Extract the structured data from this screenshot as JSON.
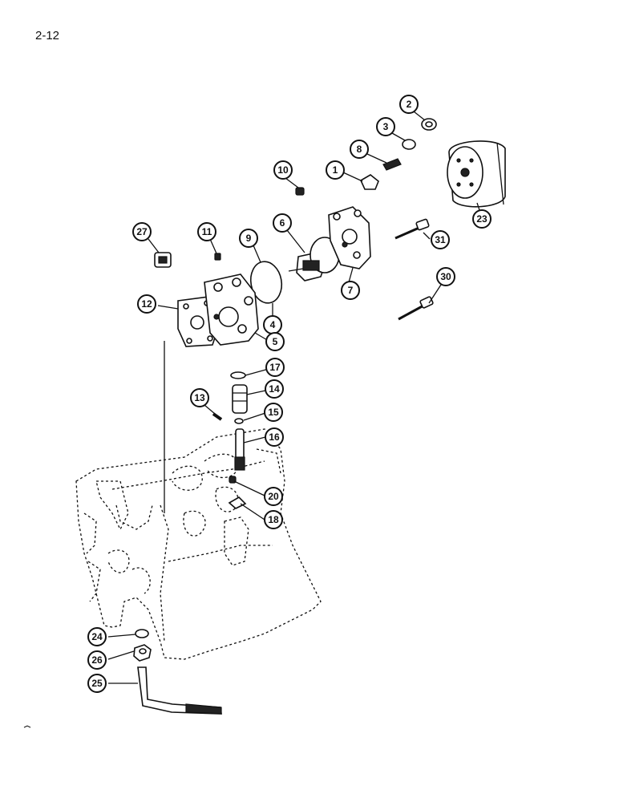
{
  "page": {
    "number": "2-12"
  },
  "callouts": [
    {
      "id": "1",
      "label": "1"
    },
    {
      "id": "2",
      "label": "2"
    },
    {
      "id": "3",
      "label": "3"
    },
    {
      "id": "4",
      "label": "4"
    },
    {
      "id": "5",
      "label": "5"
    },
    {
      "id": "6",
      "label": "6"
    },
    {
      "id": "7",
      "label": "7"
    },
    {
      "id": "8",
      "label": "8"
    },
    {
      "id": "9",
      "label": "9"
    },
    {
      "id": "10",
      "label": "10"
    },
    {
      "id": "11",
      "label": "11"
    },
    {
      "id": "12",
      "label": "12"
    },
    {
      "id": "13",
      "label": "13"
    },
    {
      "id": "14",
      "label": "14"
    },
    {
      "id": "15",
      "label": "15"
    },
    {
      "id": "16",
      "label": "16"
    },
    {
      "id": "17",
      "label": "17"
    },
    {
      "id": "18",
      "label": "18"
    },
    {
      "id": "20",
      "label": "20"
    },
    {
      "id": "23",
      "label": "23"
    },
    {
      "id": "24",
      "label": "24"
    },
    {
      "id": "25",
      "label": "25"
    },
    {
      "id": "26",
      "label": "26"
    },
    {
      "id": "27",
      "label": "27"
    },
    {
      "id": "30",
      "label": "30"
    },
    {
      "id": "31",
      "label": "31"
    }
  ]
}
